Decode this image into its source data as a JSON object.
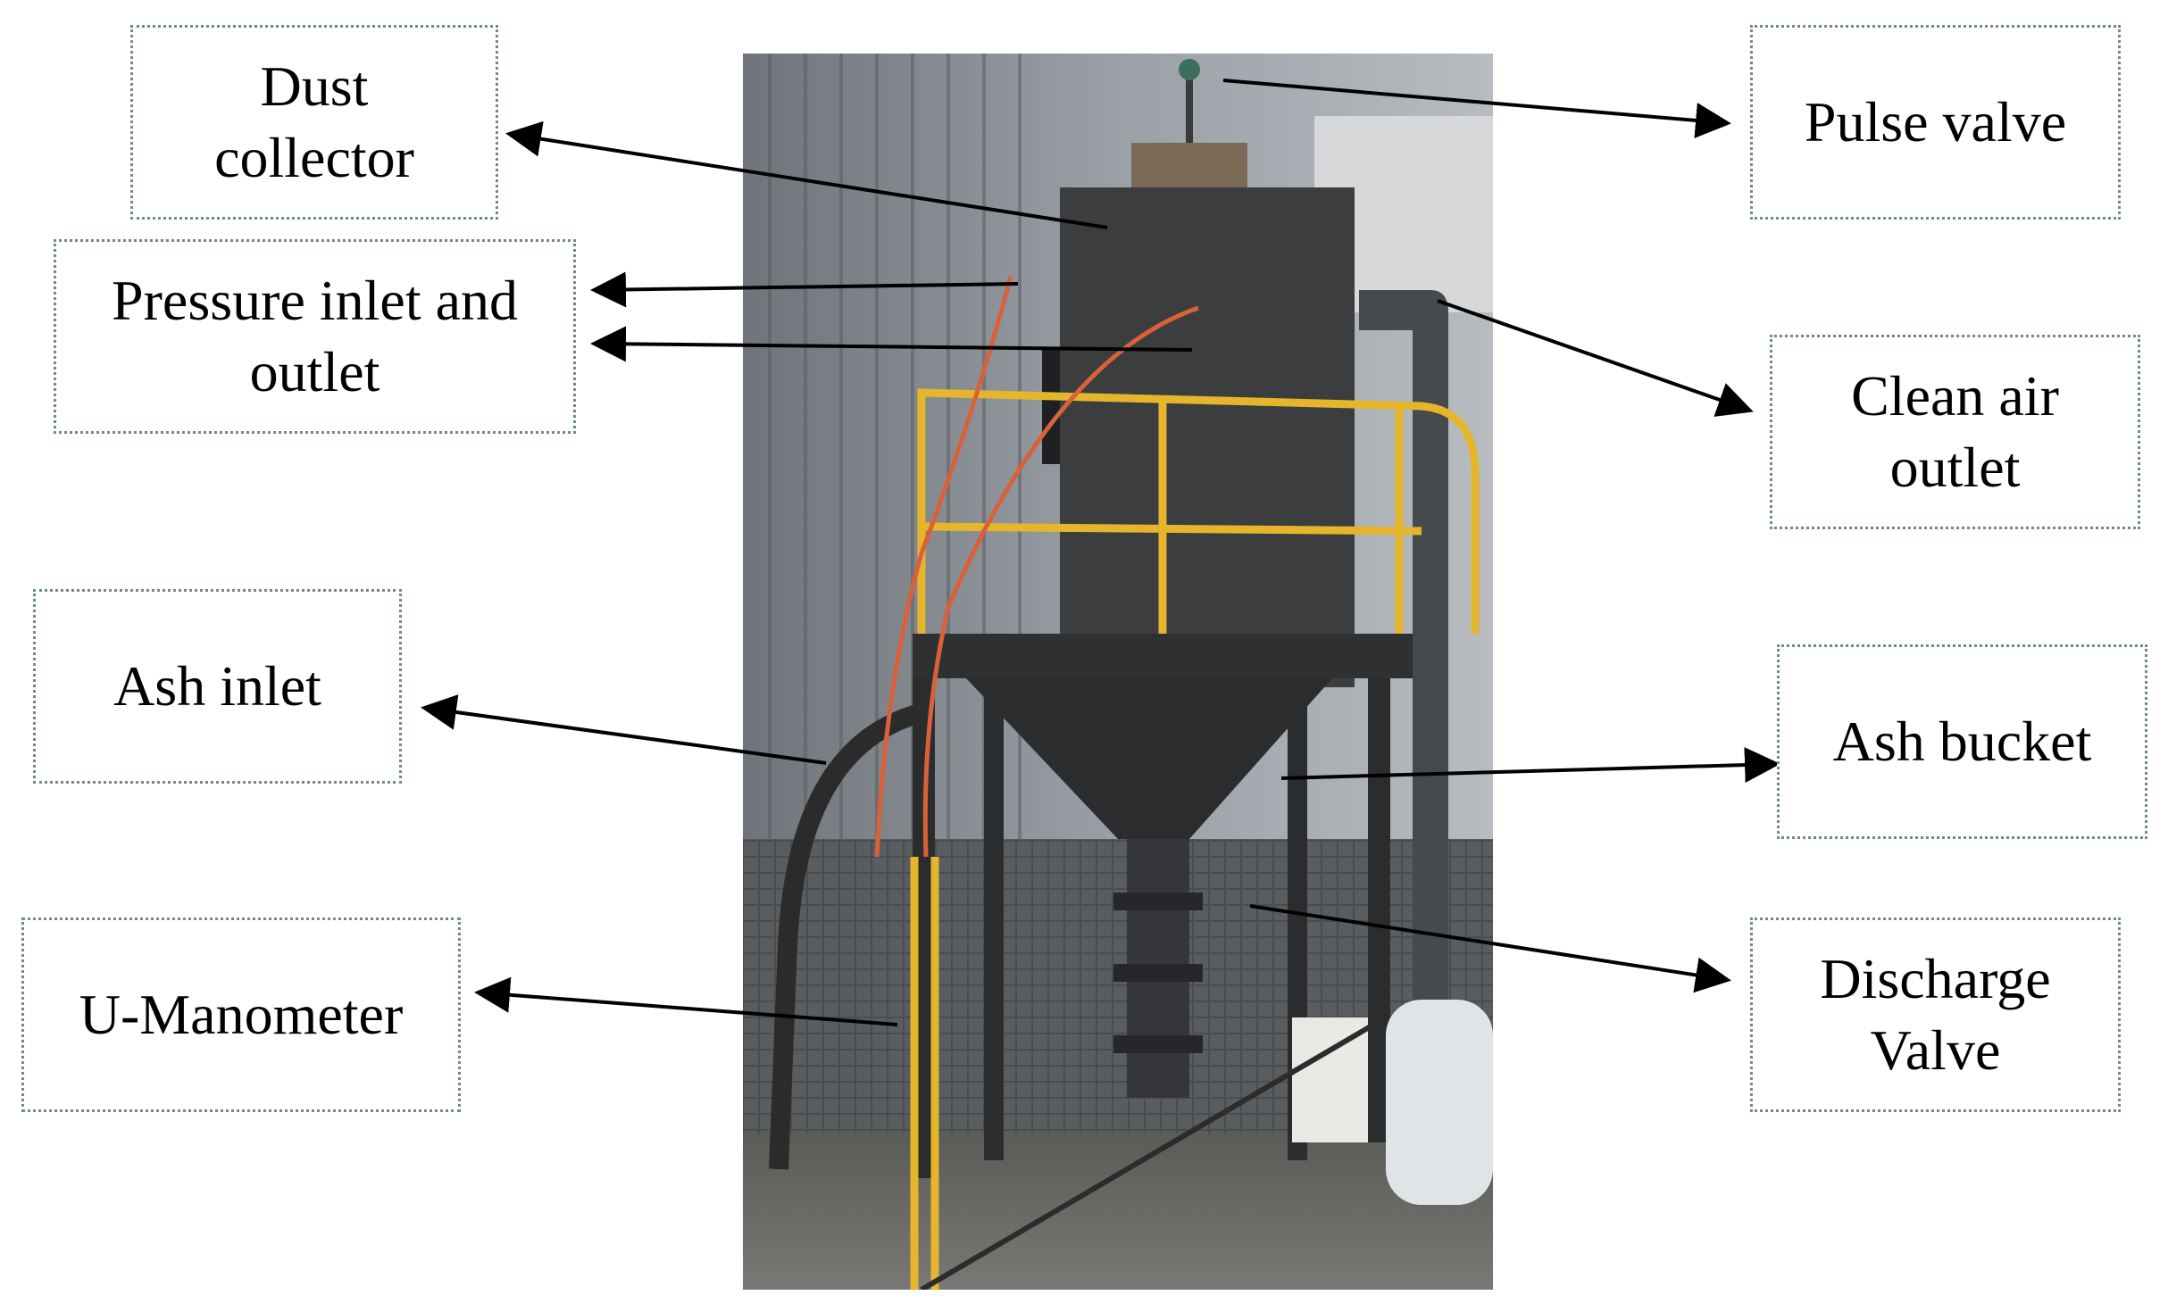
{
  "labels": {
    "dust_collector": [
      "Dust",
      "collector"
    ],
    "pressure": [
      "Pressure inlet and",
      "outlet"
    ],
    "ash_inlet": [
      "Ash inlet"
    ],
    "u_manometer": [
      "U-Manometer"
    ],
    "pulse_valve": [
      "Pulse valve"
    ],
    "clean_air": [
      "Clean air",
      "outlet"
    ],
    "ash_bucket": [
      "Ash bucket"
    ],
    "discharge_valve": [
      "Discharge",
      "Valve"
    ]
  },
  "colors": {
    "box_border": "#6e8c86",
    "railing": "#e5b52b",
    "hose": "#d9613a",
    "steel_dark": "#3b3d3f",
    "wall": "#8c9196"
  }
}
